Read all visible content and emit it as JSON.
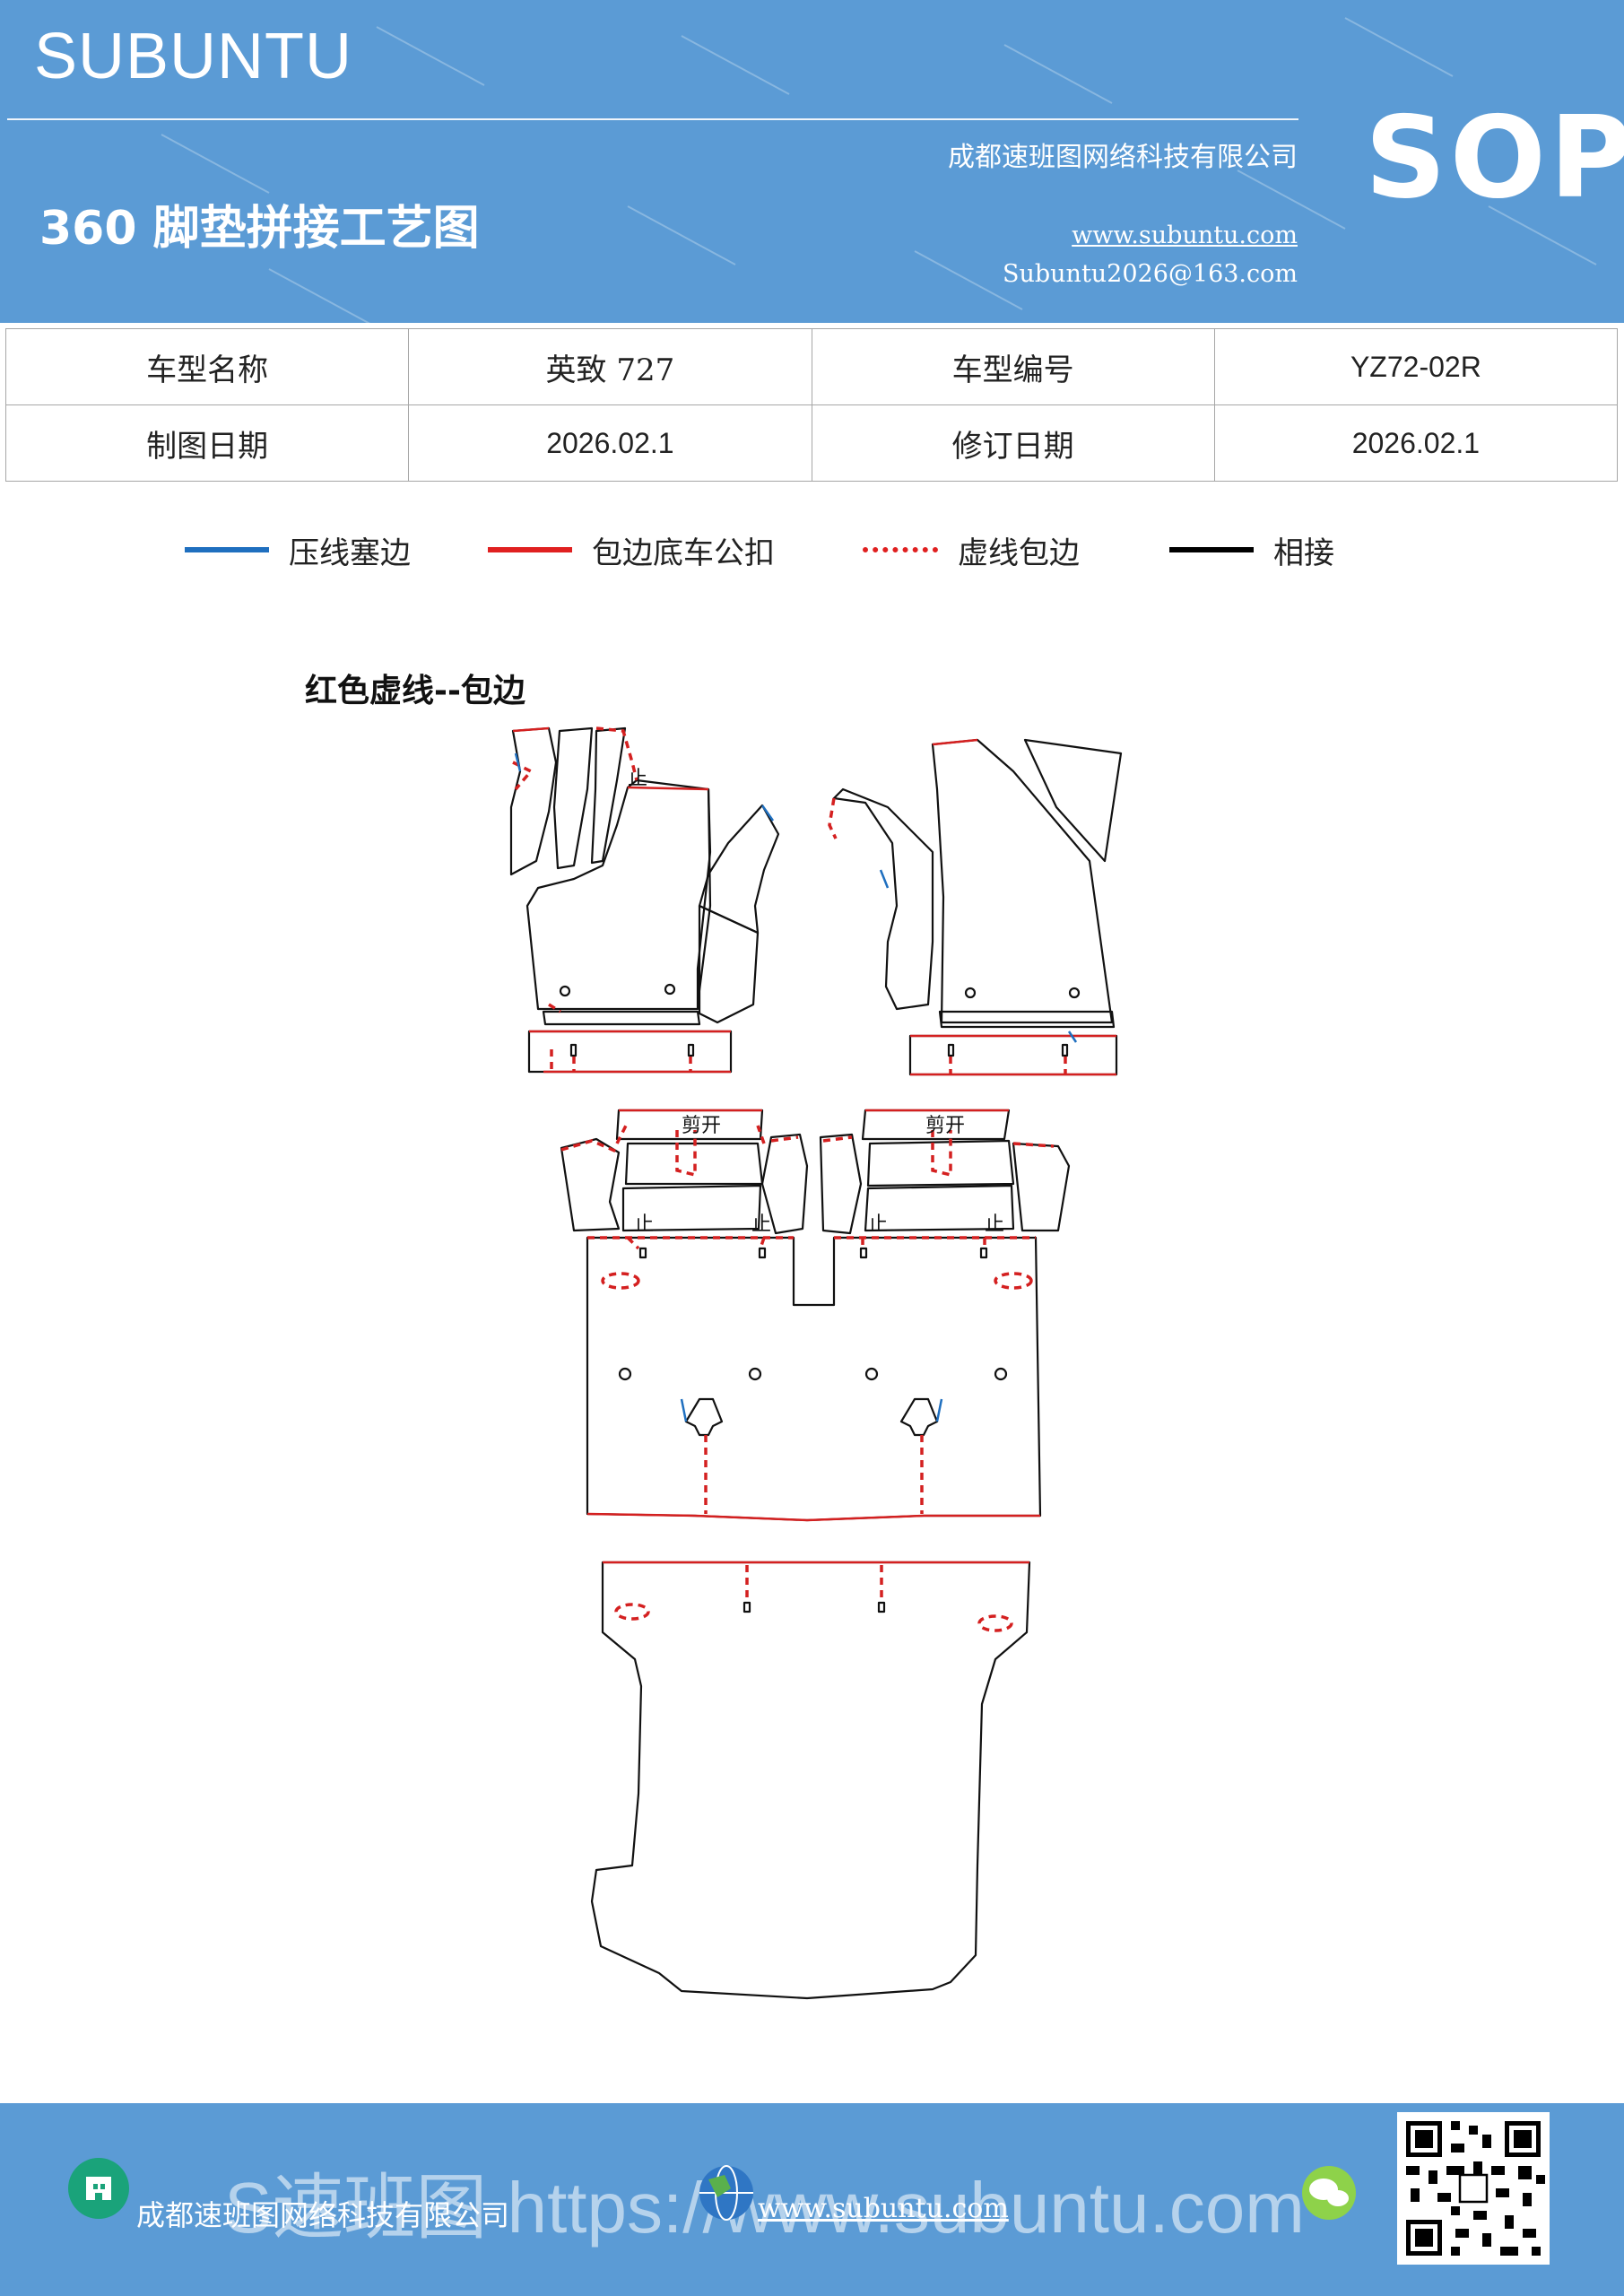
{
  "header": {
    "brand": "SUBUNTU",
    "title": "360 脚垫拼接工艺图",
    "company": "成都速班图网络科技有限公司",
    "website": "www.subuntu.com",
    "email": "Subuntu2026@163.com",
    "badge": "SOP"
  },
  "info_table": {
    "row1": {
      "label1": "车型名称",
      "value1": "英致 727",
      "label2": "车型编号",
      "value2": "YZ72-02R"
    },
    "row2": {
      "label1": "制图日期",
      "value1": "2026.02.1",
      "label2": "修订日期",
      "value2": "2026.02.1"
    }
  },
  "legend": [
    {
      "label": "压线塞边",
      "color": "#1f6fbf",
      "style": "solid"
    },
    {
      "label": "包边底车公扣",
      "color": "#e02020",
      "style": "solid"
    },
    {
      "label": "虚线包边",
      "color": "#e02020",
      "style": "dashed"
    },
    {
      "label": "相接",
      "color": "#000000",
      "style": "solid"
    }
  ],
  "diagram": {
    "heading": "红色虚线--包边",
    "cut_label": "剪开",
    "stop_label": "止"
  },
  "footer": {
    "company": "成都速班图网络科技有限公司",
    "website": "www.subuntu.com",
    "watermark": "S速班图 https://www.subuntu.com"
  },
  "colors": {
    "header_bg": "#5b9bd5",
    "line_red": "#d42020",
    "line_blue": "#1f6fbf"
  },
  "icons": [
    "building-icon",
    "globe-icon",
    "wechat-icon",
    "qr-code"
  ]
}
